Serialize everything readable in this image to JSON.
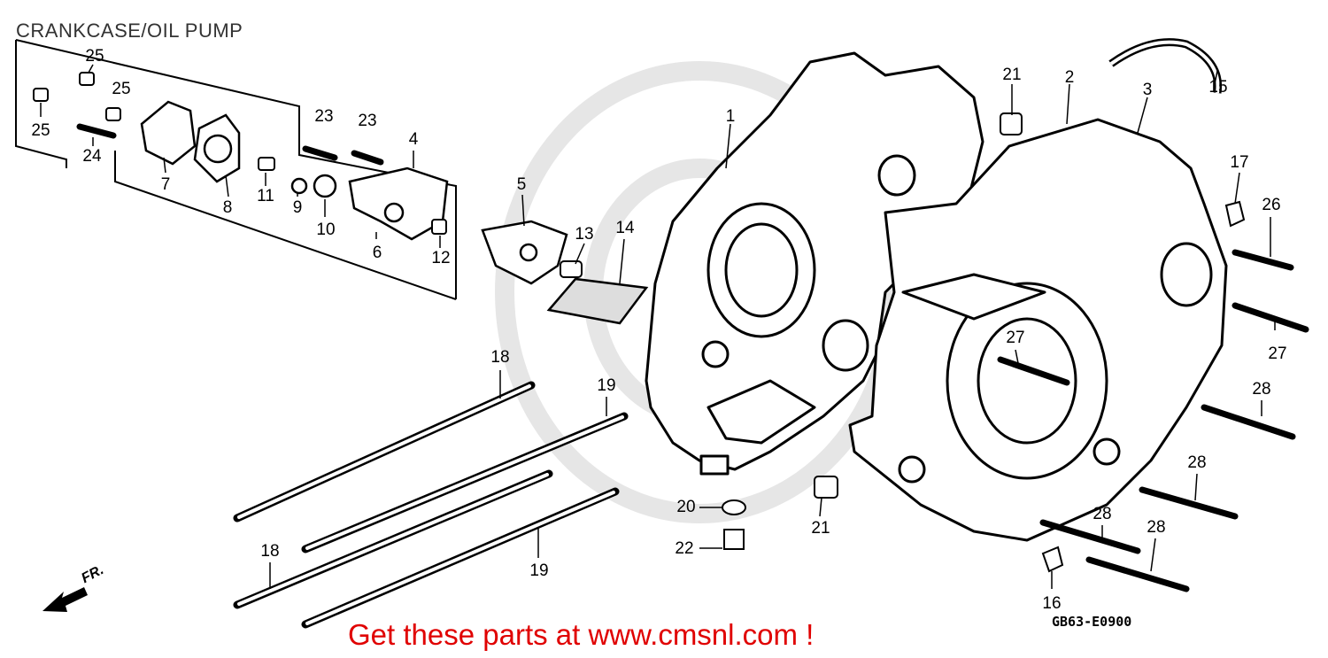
{
  "title": "CRANKCASE/OIL PUMP",
  "drawing_code": "GB63-E0900",
  "promo_text": "Get these parts at www.cmsnl.com !",
  "direction_label": "FR.",
  "parts": [
    {
      "id": "p1",
      "label": "1"
    },
    {
      "id": "p2",
      "label": "2"
    },
    {
      "id": "p3",
      "label": "3"
    },
    {
      "id": "p4",
      "label": "4"
    },
    {
      "id": "p5",
      "label": "5"
    },
    {
      "id": "p6",
      "label": "6"
    },
    {
      "id": "p7",
      "label": "7"
    },
    {
      "id": "p8",
      "label": "8"
    },
    {
      "id": "p9",
      "label": "9"
    },
    {
      "id": "p10",
      "label": "10"
    },
    {
      "id": "p11",
      "label": "11"
    },
    {
      "id": "p12",
      "label": "12"
    },
    {
      "id": "p13",
      "label": "13"
    },
    {
      "id": "p14",
      "label": "14"
    },
    {
      "id": "p15",
      "label": "15"
    },
    {
      "id": "p16",
      "label": "16"
    },
    {
      "id": "p17",
      "label": "17"
    },
    {
      "id": "p18a",
      "label": "18"
    },
    {
      "id": "p18b",
      "label": "18"
    },
    {
      "id": "p19a",
      "label": "19"
    },
    {
      "id": "p19b",
      "label": "19"
    },
    {
      "id": "p20",
      "label": "20"
    },
    {
      "id": "p21a",
      "label": "21"
    },
    {
      "id": "p21b",
      "label": "21"
    },
    {
      "id": "p22",
      "label": "22"
    },
    {
      "id": "p23a",
      "label": "23"
    },
    {
      "id": "p23b",
      "label": "23"
    },
    {
      "id": "p24",
      "label": "24"
    },
    {
      "id": "p25a",
      "label": "25"
    },
    {
      "id": "p25b",
      "label": "25"
    },
    {
      "id": "p25c",
      "label": "25"
    },
    {
      "id": "p26",
      "label": "26"
    },
    {
      "id": "p27a",
      "label": "27"
    },
    {
      "id": "p27b",
      "label": "27"
    },
    {
      "id": "p28a",
      "label": "28"
    },
    {
      "id": "p28b",
      "label": "28"
    },
    {
      "id": "p28c",
      "label": "28"
    },
    {
      "id": "p28d",
      "label": "28"
    }
  ]
}
